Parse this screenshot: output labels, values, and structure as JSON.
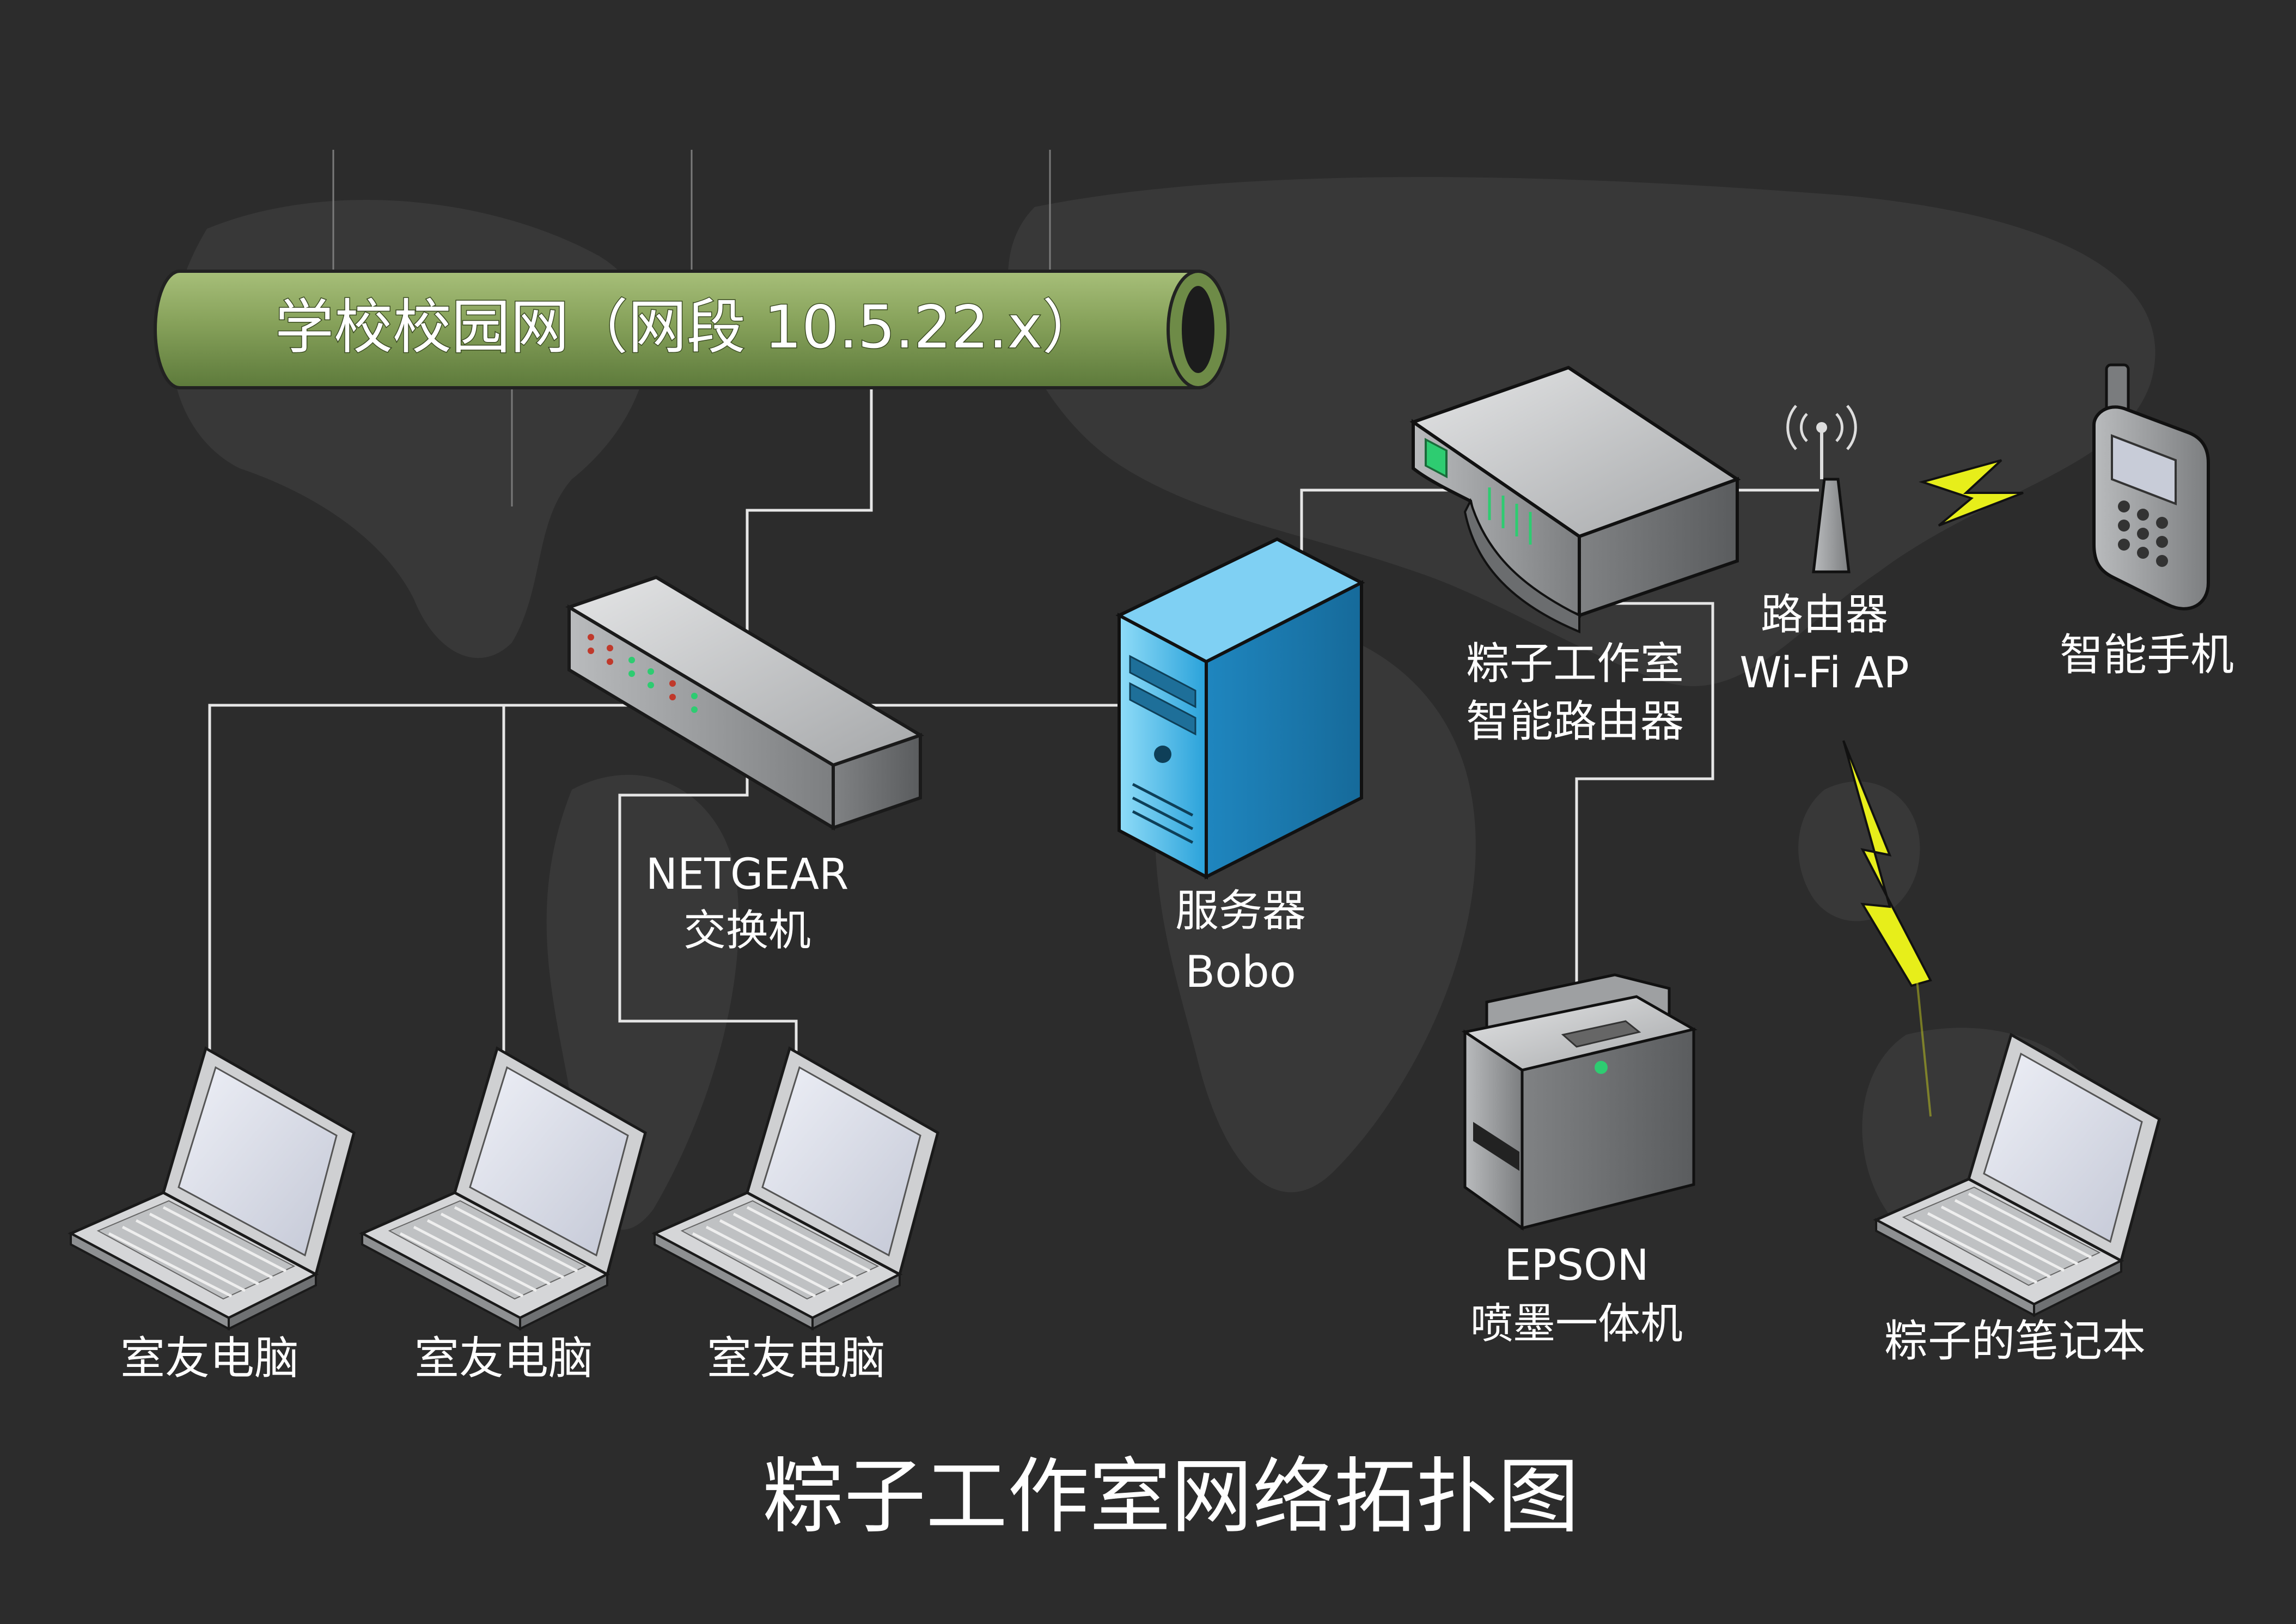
{
  "background": {
    "color": "#2c2c2c",
    "map_color": "#3a3a3a"
  },
  "backbone": {
    "label": "学校校园网（网段 10.5.22.x）",
    "color": "#86a15a"
  },
  "devices": {
    "switch": {
      "line1": "NETGEAR",
      "line2": "交换机"
    },
    "server": {
      "line1": "服务器",
      "line2": "Bobo"
    },
    "router": {
      "line1": "粽子工作室",
      "line2": "智能路由器"
    },
    "ap": {
      "line1": "路由器",
      "line2": "Wi-Fi AP"
    },
    "phone": {
      "label": "智能手机"
    },
    "printer": {
      "line1": "EPSON",
      "line2": "喷墨一体机"
    },
    "pc1": {
      "label": "室友电脑"
    },
    "pc2": {
      "label": "室友电脑"
    },
    "pc3": {
      "label": "室友电脑"
    },
    "notebook": {
      "label": "粽子的笔记本"
    }
  },
  "title": "粽子工作室网络拓扑图",
  "colors": {
    "link": "#e6e6e6",
    "lightning": "#e7ee1a",
    "server_blue": "#3db5e8",
    "device_gray": "#9a9c9e",
    "text": "#ffffff"
  }
}
